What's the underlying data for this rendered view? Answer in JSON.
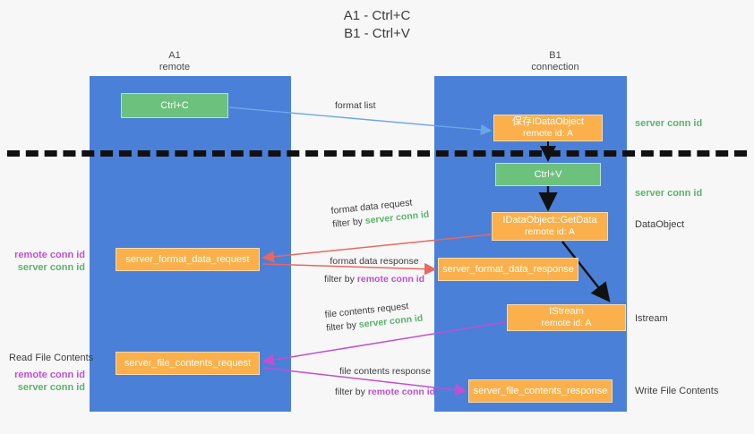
{
  "title": {
    "line1": "A1 - Ctrl+C",
    "line2": "B1 - Ctrl+V"
  },
  "colors": {
    "lane": "#4a80d8",
    "green_node": "#6cc17d",
    "orange_node": "#fbb04b",
    "remote_conn_id": "#c14fd4",
    "server_conn_id": "#5cb36e",
    "divider": "#111111",
    "background": "#f7f7f7"
  },
  "lanes": [
    {
      "id": "A1",
      "name": "A1",
      "subtitle": "remote"
    },
    {
      "id": "B1",
      "name": "B1",
      "subtitle": "connection"
    }
  ],
  "nodes": [
    {
      "key": "ctrl_c",
      "lane": "A1",
      "kind": "green",
      "line1": "Ctrl+C",
      "line2": ""
    },
    {
      "key": "save_idataobject",
      "lane": "B1",
      "kind": "orange",
      "line1": "保存IDataObject",
      "line2": "remote id: A"
    },
    {
      "key": "ctrl_v",
      "lane": "B1",
      "kind": "green",
      "line1": "Ctrl+V",
      "line2": ""
    },
    {
      "key": "getdata",
      "lane": "B1",
      "kind": "orange",
      "line1": "IDataObject::GetData",
      "line2": "remote id: A"
    },
    {
      "key": "server_format_data_request",
      "lane": "A1",
      "kind": "orange",
      "line1": "server_format_data_request",
      "line2": ""
    },
    {
      "key": "server_format_data_response",
      "lane": "B1",
      "kind": "orange",
      "line1": "server_format_data_response",
      "line2": ""
    },
    {
      "key": "istream",
      "lane": "B1",
      "kind": "orange",
      "line1": "IStream",
      "line2": "remote id: A"
    },
    {
      "key": "server_file_contents_request",
      "lane": "A1",
      "kind": "orange",
      "line1": "server_file_contents_request",
      "line2": ""
    },
    {
      "key": "server_file_contents_response",
      "lane": "B1",
      "kind": "orange",
      "line1": "server_file_contents_response",
      "line2": ""
    }
  ],
  "edge_labels": {
    "format_list": "format list",
    "format_data_request": "format data request",
    "format_data_request_filter_prefix": "filter by ",
    "format_data_request_filter_key": "server conn id",
    "format_data_response": "format data response",
    "format_data_response_filter_prefix": "filter by ",
    "format_data_response_filter_key": "remote conn id",
    "file_contents_request": "file contents request",
    "file_contents_request_filter_prefix": "filter by ",
    "file_contents_request_filter_key": "server conn id",
    "file_contents_response": "file contents response",
    "file_contents_response_filter_prefix": "filter by ",
    "file_contents_response_filter_key": "remote conn id"
  },
  "side_notes": {
    "server_conn_id_top": "server conn id",
    "server_conn_id_mid": "server conn id",
    "dataobject": "DataObject",
    "istream": "Istream",
    "write_file_contents": "Write File Contents"
  },
  "left_notes": {
    "remote_conn_id_upper": "remote conn id",
    "server_conn_id_upper": "server conn id",
    "read_file_contents": "Read File Contents",
    "remote_conn_id_lower": "remote conn id",
    "server_conn_id_lower": "server conn id"
  }
}
